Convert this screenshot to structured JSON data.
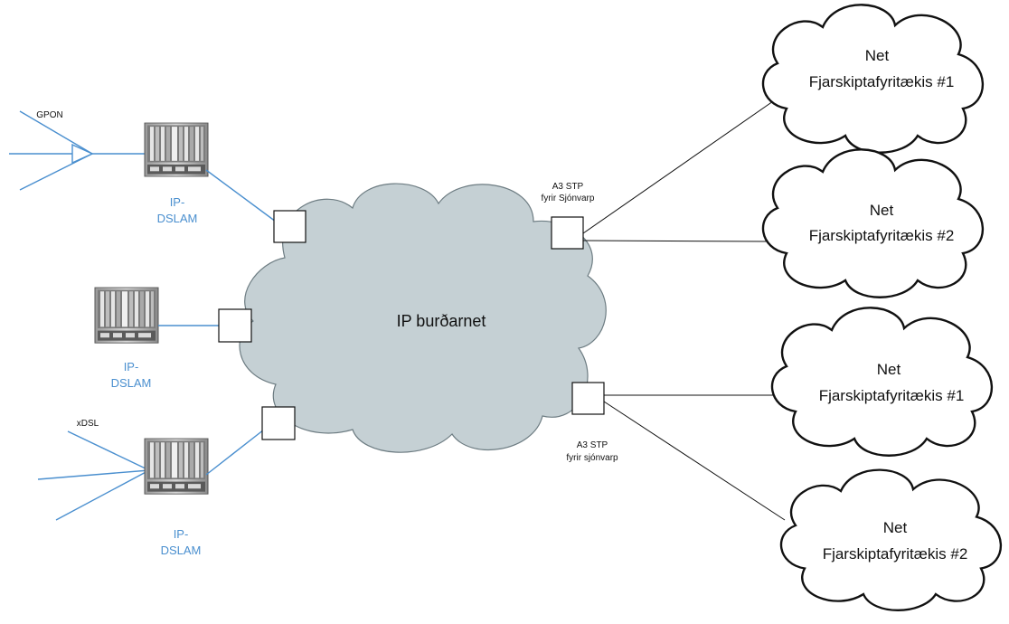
{
  "core": {
    "label": "IP burðarnet"
  },
  "access": {
    "gpon_label": "GPON",
    "xdsl_label": "xDSL",
    "dslam_label_line1": "IP-",
    "dslam_label_line2": "DSLAM"
  },
  "stp": {
    "upper_line1": "A3 STP",
    "upper_line2": "fyrir Sjónvarp",
    "lower_line1": "A3 STP",
    "lower_line2": "fyrir sjónvarp"
  },
  "operator_clouds": [
    {
      "line1": "Net",
      "line2": "Fjarskiptafyritækis #1"
    },
    {
      "line1": "Net",
      "line2": "Fjarskiptafyritækis #2"
    },
    {
      "line1": "Net",
      "line2": "Fjarskiptafyritækis #1"
    },
    {
      "line1": "Net",
      "line2": "Fjarskiptafyritækis #2"
    }
  ],
  "colors": {
    "device_label": "#4a8fcf",
    "core_cloud": "#c5d0d4"
  }
}
